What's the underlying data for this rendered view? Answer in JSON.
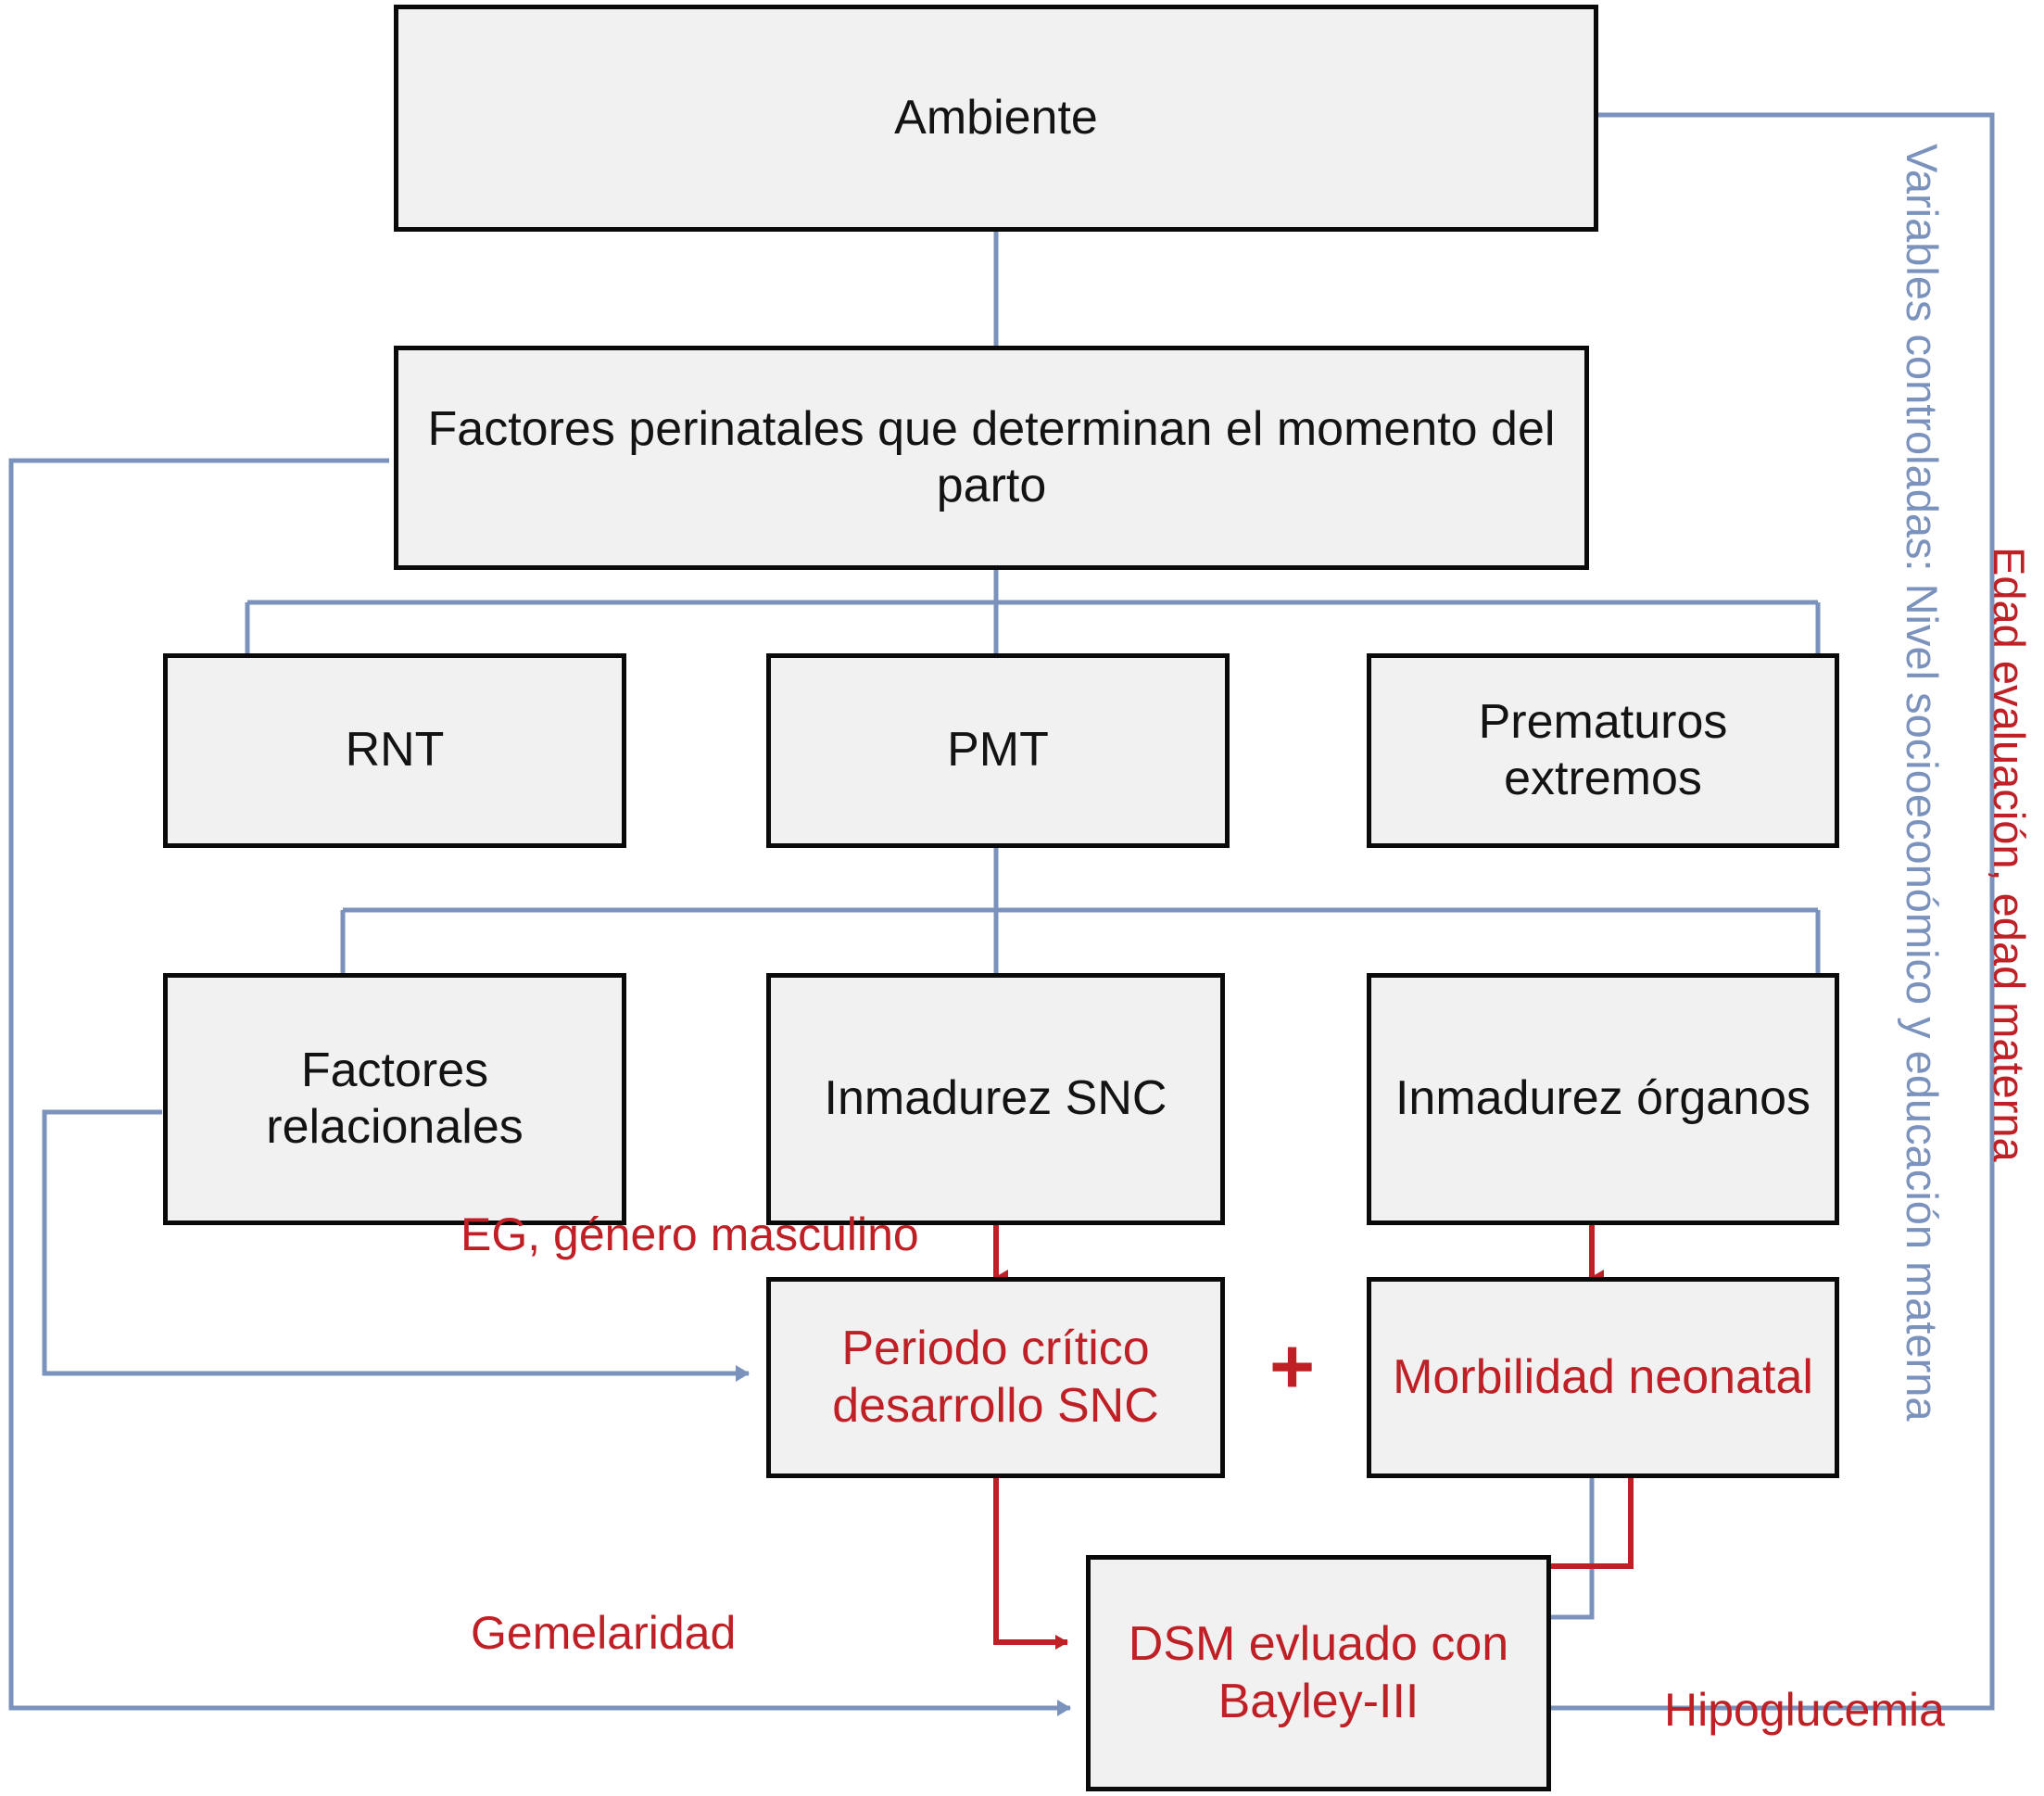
{
  "figure": {
    "type": "flowchart",
    "language": "es",
    "colors": {
      "box_fill": "#F1F1F1",
      "box_border": "#0A0A0A",
      "black_text": "#131313",
      "red": "#BE2026",
      "blue": "#7B93BC",
      "background": "#FFFFFF"
    }
  },
  "nodes": {
    "ambiente": {
      "label": "Ambiente"
    },
    "factores_perinatales": {
      "label": "Factores perinatales que determinan el momento del parto"
    },
    "rnt": {
      "label": "RNT"
    },
    "pmt": {
      "label": "PMT"
    },
    "prematuros_extremos": {
      "label": "Prematuros extremos"
    },
    "factores_relacionales": {
      "label": "Factores relacionales"
    },
    "inmadurez_snc": {
      "label": "Inmadurez SNC"
    },
    "inmadurez_organos": {
      "label": "Inmadurez órganos"
    },
    "periodo_critico": {
      "label": "Periodo crítico desarrollo SNC"
    },
    "morbilidad_neonatal": {
      "label": "Morbilidad neonatal"
    },
    "dsm_bayley": {
      "label": "DSM evluado con Bayley-III"
    }
  },
  "operators": {
    "plus": "+"
  },
  "edge_labels": {
    "eg_genero": "EG, género masculino",
    "gemelaridad": "Gemelaridad",
    "hipoglucemia": "Hipoglucemia"
  },
  "side_labels": {
    "variables_controladas": "Variables controladas: Nivel socioeconómico y educación materna",
    "edad_evaluacion": "Edad evaluación, edad materna"
  },
  "edges": [
    {
      "from": "ambiente",
      "to": "factores_perinatales",
      "color": "blue",
      "arrow": false
    },
    {
      "from": "factores_perinatales",
      "to": "rnt",
      "color": "blue",
      "arrow": false
    },
    {
      "from": "factores_perinatales",
      "to": "pmt",
      "color": "blue",
      "arrow": false
    },
    {
      "from": "factores_perinatales",
      "to": "prematuros_extremos",
      "color": "blue",
      "arrow": false
    },
    {
      "from": "pmt",
      "to": "factores_relacionales",
      "color": "blue",
      "arrow": false
    },
    {
      "from": "pmt",
      "to": "inmadurez_snc",
      "color": "blue",
      "arrow": false
    },
    {
      "from": "pmt",
      "to": "inmadurez_organos",
      "color": "blue",
      "arrow": false
    },
    {
      "from": "inmadurez_snc",
      "to": "periodo_critico",
      "color": "red",
      "arrow": true,
      "label": "eg_genero"
    },
    {
      "from": "inmadurez_organos",
      "to": "morbilidad_neonatal",
      "color": "red",
      "arrow": true
    },
    {
      "from": "factores_relacionales",
      "to": "periodo_critico",
      "color": "blue",
      "arrow": true
    },
    {
      "from": "periodo_critico",
      "to": "dsm_bayley",
      "color": "red",
      "arrow": true
    },
    {
      "from": "morbilidad_neonatal",
      "to": "dsm_bayley",
      "color": "red",
      "arrow": true,
      "label": "hipoglucemia"
    },
    {
      "from": "morbilidad_neonatal",
      "to": "dsm_bayley",
      "color": "blue",
      "arrow": true
    },
    {
      "from": "factores_perinatales",
      "to": "dsm_bayley",
      "color": "blue",
      "arrow": true,
      "label": "gemelaridad"
    },
    {
      "from": "ambiente",
      "to": "dsm_bayley",
      "color": "blue",
      "arrow": true
    }
  ]
}
